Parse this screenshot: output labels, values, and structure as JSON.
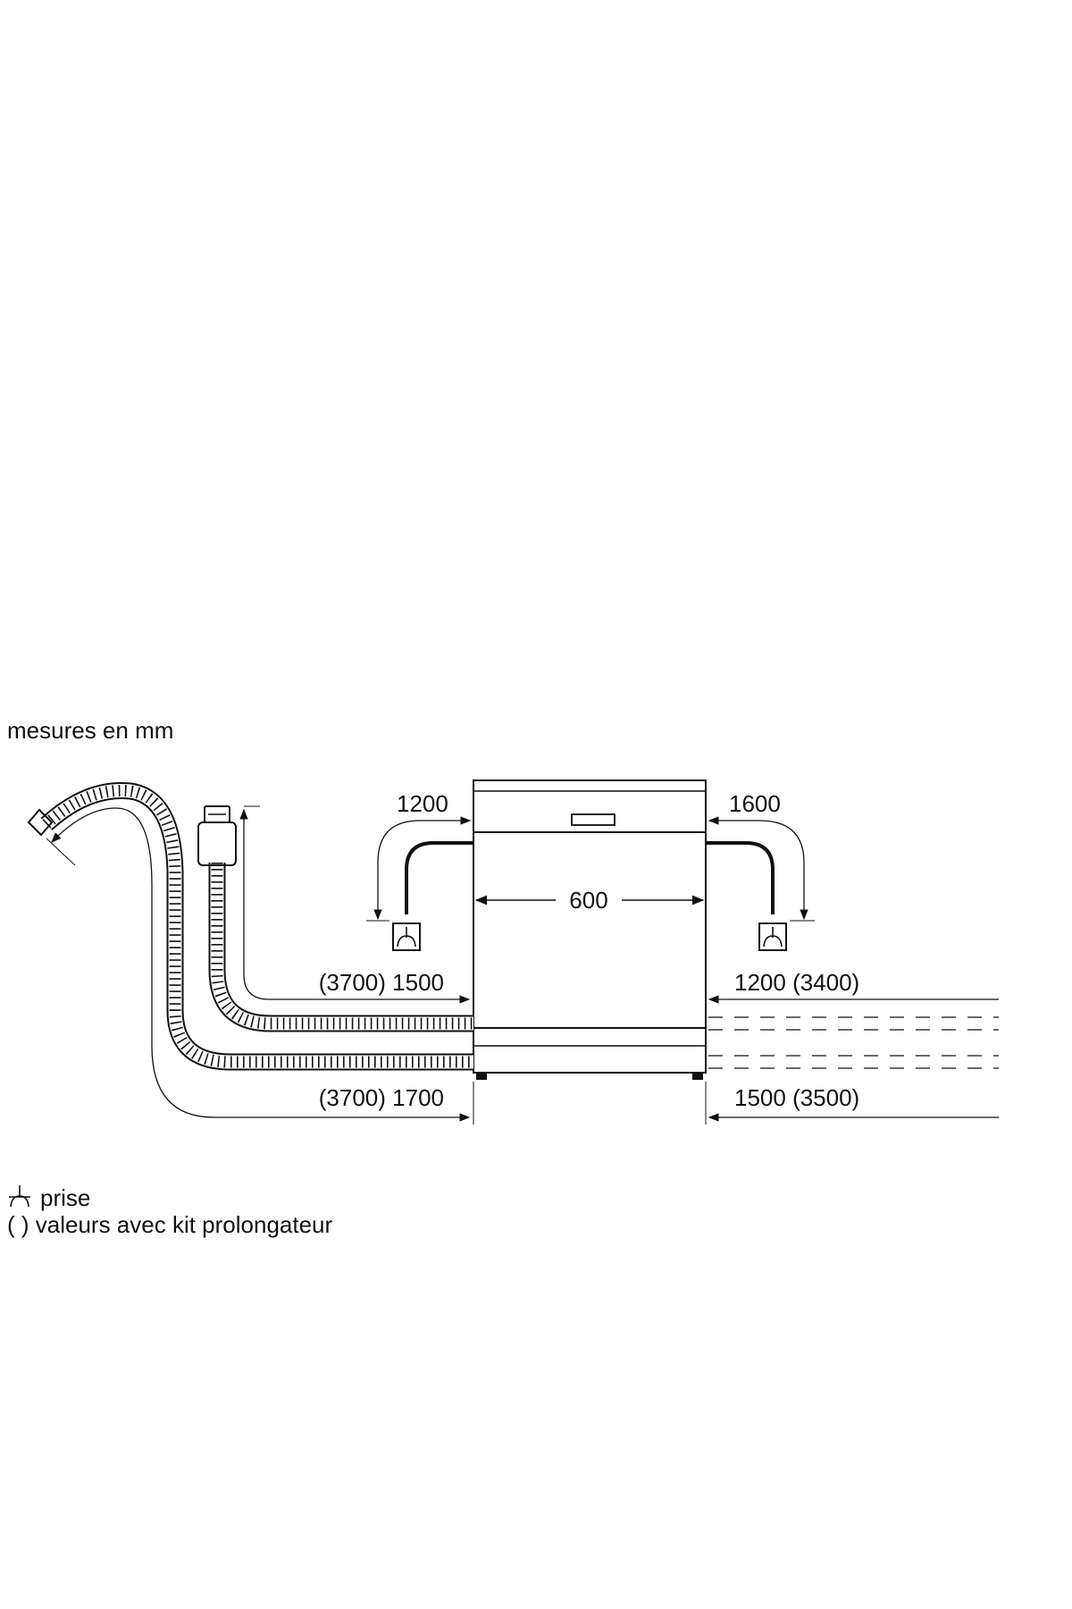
{
  "header": {
    "units_note": "mesures en mm"
  },
  "dimensions": {
    "width": "600",
    "power_cable_left": "1200",
    "power_cable_right": "1600",
    "inlet_hose_left": "(3700) 1500",
    "inlet_hose_right": "1200 (3400)",
    "drain_hose_left": "(3700) 1700",
    "drain_hose_right": "1500 (3500)"
  },
  "legend": {
    "socket_symbol_label": "prise",
    "parentheses_label": "( ) valeurs avec kit prolongateur"
  },
  "icons": [
    "power-socket-icon",
    "drain-hose-end-icon",
    "aquastop-valve-icon"
  ]
}
